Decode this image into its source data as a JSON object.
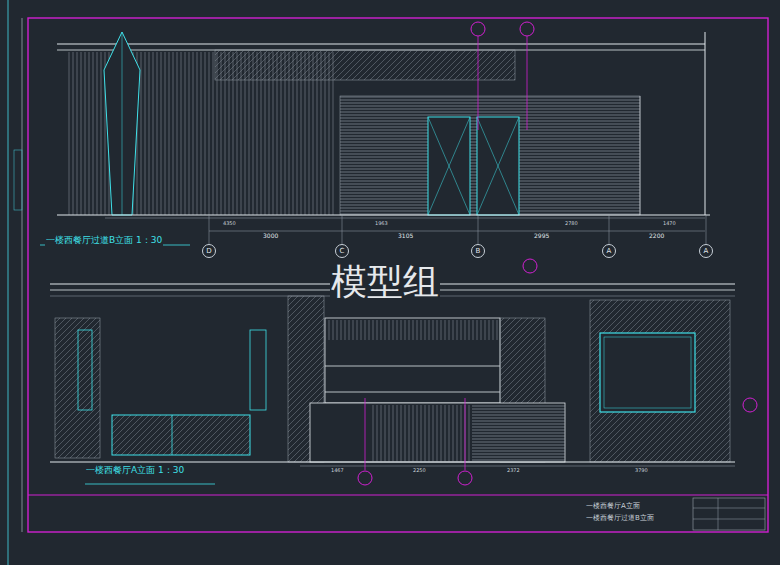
{
  "diagram": {
    "nodes": [
      {
        "text": [
          "D"
        ]
      },
      {
        "text": [
          "C"
        ]
      },
      {
        "text": [
          "B"
        ]
      },
      {
        "text": [
          "A"
        ]
      },
      {
        "text": [
          "A"
        ]
      }
    ],
    "labels": [
      "一楼西餐厅过道B立面 1：30",
      "一楼西餐厅A立面 1：30",
      "模型组",
      "3000",
      "3105",
      "2995",
      "2200",
      "4350",
      "1963",
      "2780",
      "1470",
      "1467",
      "2250",
      "2372",
      "3790",
      "一楼西餐厅A立面",
      "一楼西餐厅过道B立面"
    ]
  }
}
